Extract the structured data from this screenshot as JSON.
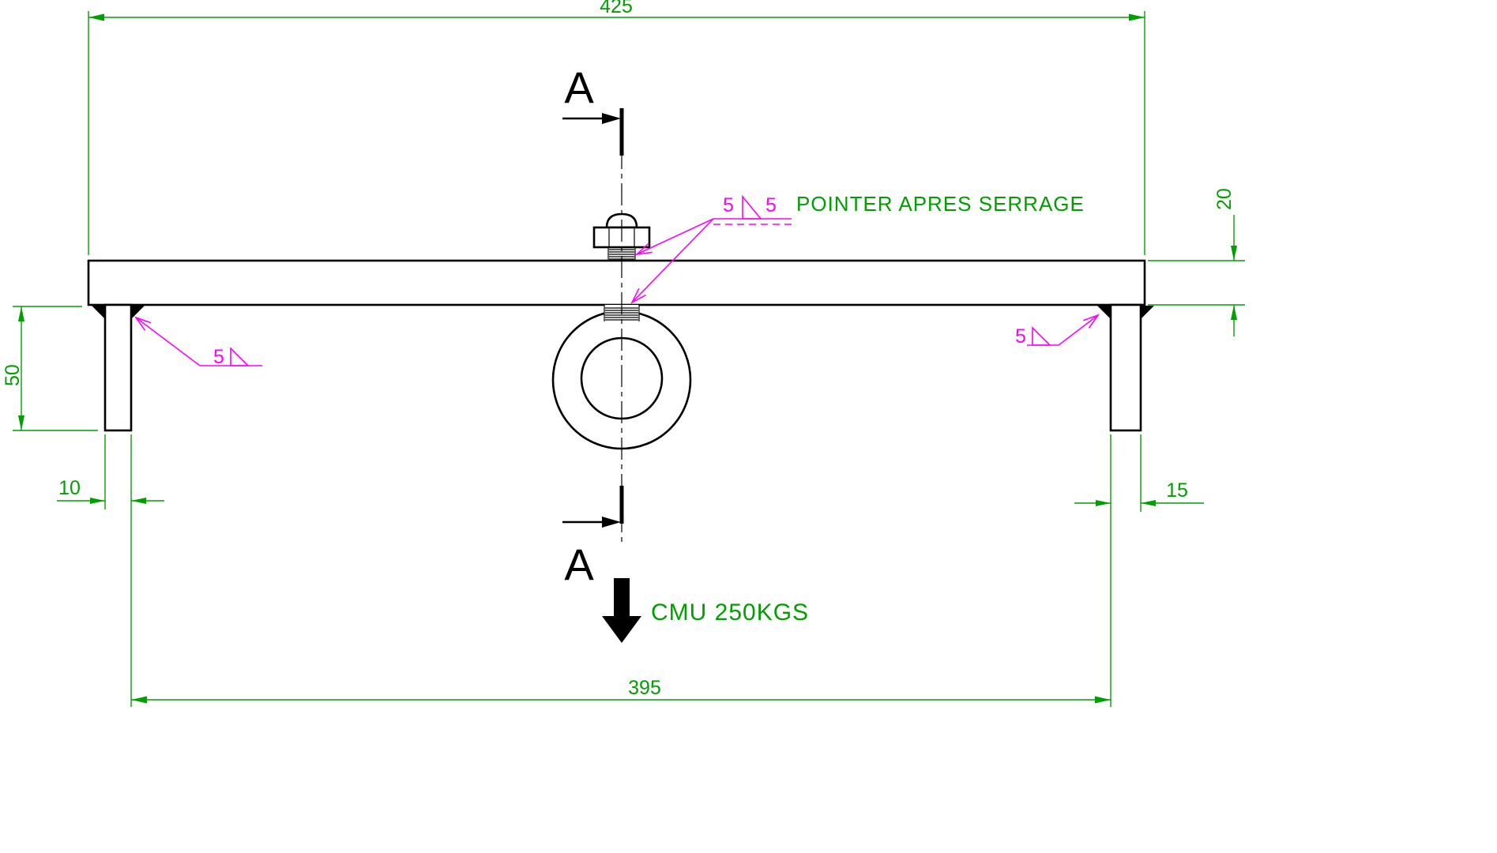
{
  "colors": {
    "outline": "#000000",
    "dimension_green": "#009f00",
    "weld_magenta": "#ff00ff",
    "background": "#ffffff"
  },
  "section": {
    "label": "A"
  },
  "dimensions": {
    "overall_width": "425",
    "plate_thickness": "20",
    "leg_height": "50",
    "left_leg_thickness": "10",
    "right_leg_thickness": "15",
    "inner_span": "395"
  },
  "welds": {
    "top_arrow_side": "5",
    "top_other_side": "5",
    "left_fillet": "5",
    "right_fillet": "5"
  },
  "annotations": {
    "weld_note": "POINTER APRES SERRAGE",
    "load_rating": "CMU 250KGS"
  }
}
